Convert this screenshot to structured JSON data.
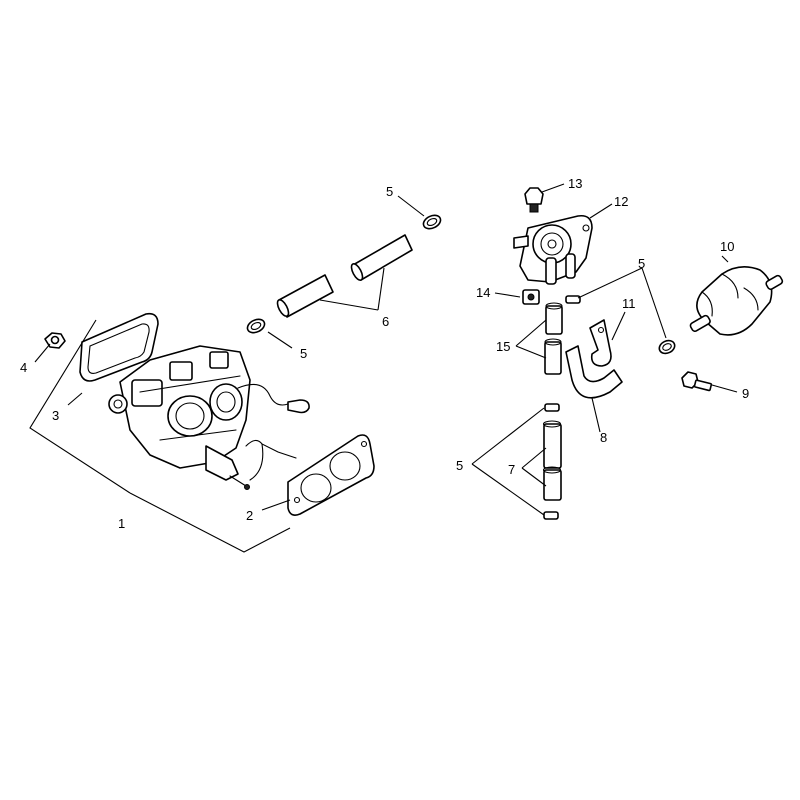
{
  "callouts": {
    "c1": "1",
    "c2": "2",
    "c3": "3",
    "c4": "4",
    "c5a": "5",
    "c5b": "5",
    "c5c": "5",
    "c5d": "5",
    "c6": "6",
    "c7": "7",
    "c8": "8",
    "c9": "9",
    "c10": "10",
    "c11": "11",
    "c12": "12",
    "c13": "13",
    "c14": "14",
    "c15": "15"
  },
  "colors": {
    "line": "#000000",
    "background": "#ffffff"
  }
}
